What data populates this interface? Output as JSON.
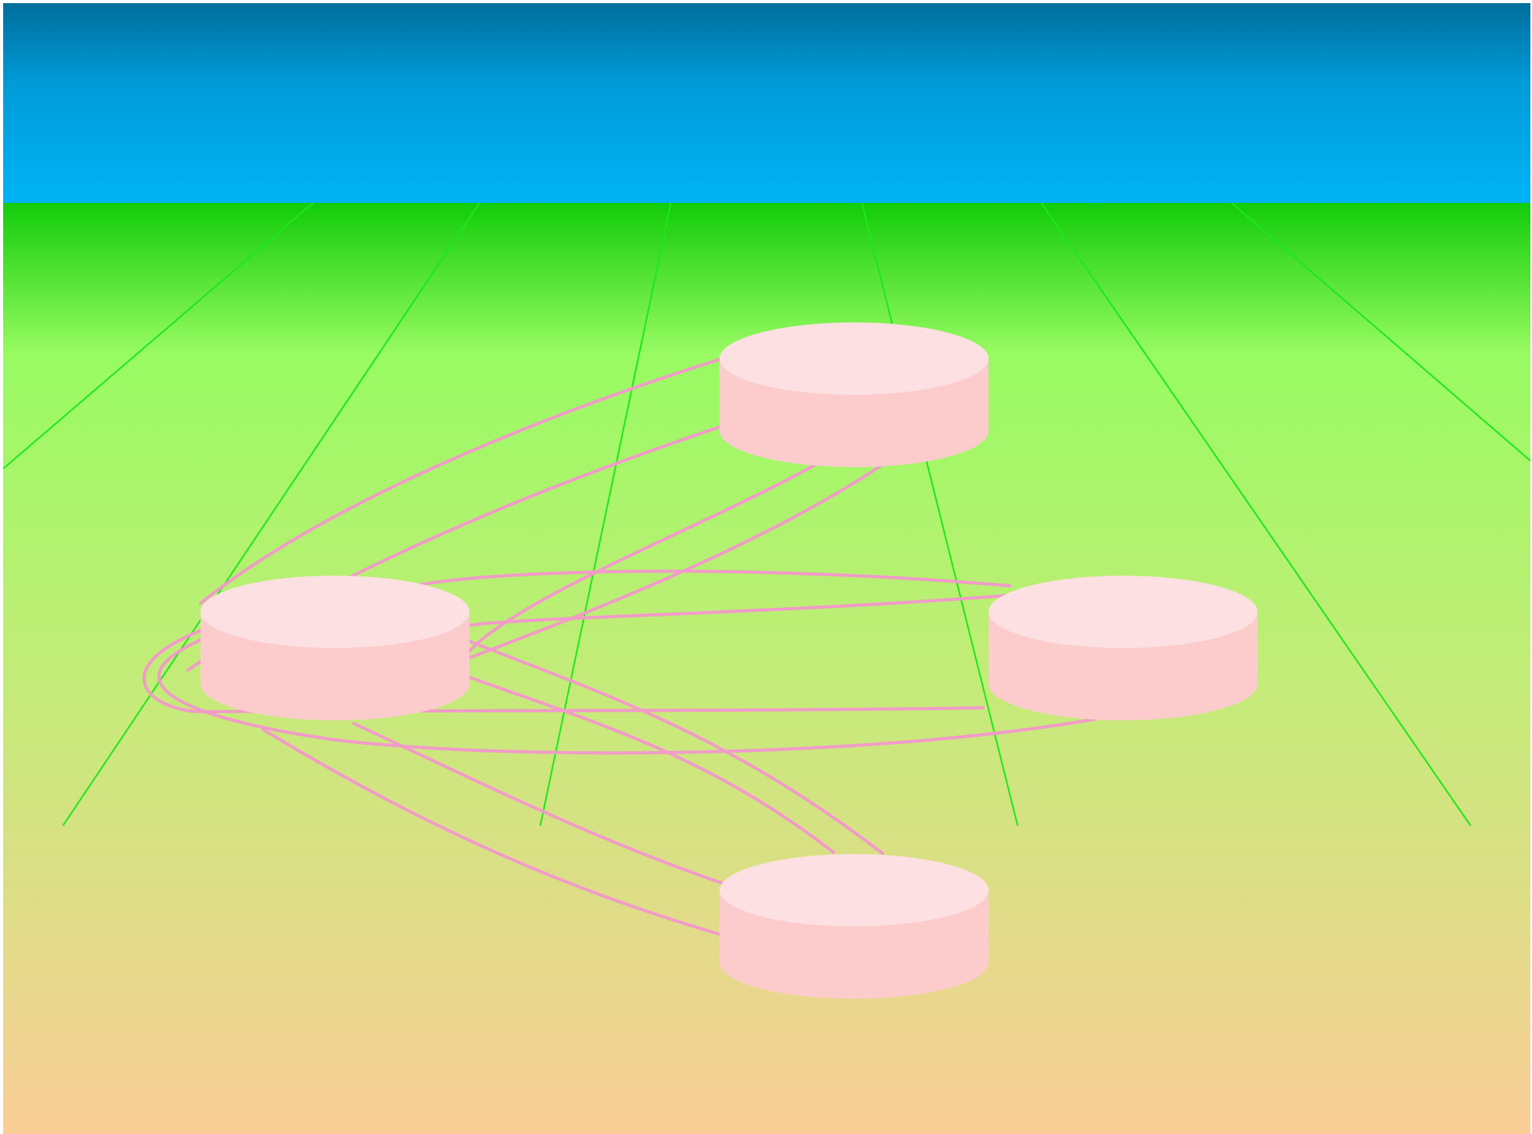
{
  "colors": {
    "sky_top": "#006E9C",
    "sky_bottom": "#00B4F5",
    "ground_horizon": "#12CC0A",
    "ground_mid": "#98FB62",
    "ground_bottom": "#FCCD98",
    "grid_line": "#1CE81C",
    "link": "#F29BC9",
    "cylinder_side": "#FCCCCC",
    "cylinder_top": "#FDE0E1"
  },
  "nodes": [
    {
      "id": "node-top"
    },
    {
      "id": "node-left"
    },
    {
      "id": "node-right"
    },
    {
      "id": "node-bottom"
    }
  ],
  "links": [
    {
      "from": "node-left",
      "to": "node-top"
    },
    {
      "from": "node-left",
      "to": "node-top"
    },
    {
      "from": "node-top",
      "to": "node-left"
    },
    {
      "from": "node-top",
      "to": "node-left"
    },
    {
      "from": "node-left",
      "to": "node-right"
    },
    {
      "from": "node-left",
      "to": "node-right"
    },
    {
      "from": "node-right",
      "to": "node-left"
    },
    {
      "from": "node-right",
      "to": "node-left"
    },
    {
      "from": "node-left",
      "to": "node-bottom"
    },
    {
      "from": "node-left",
      "to": "node-bottom"
    },
    {
      "from": "node-bottom",
      "to": "node-left"
    },
    {
      "from": "node-bottom",
      "to": "node-left"
    }
  ]
}
